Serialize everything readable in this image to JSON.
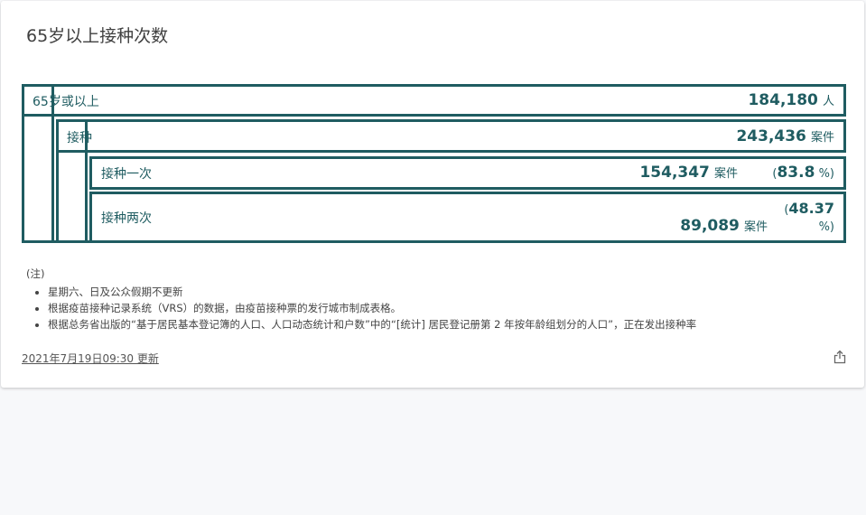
{
  "card": {
    "title": "65岁以上接种次数"
  },
  "rows": [
    {
      "label": "65岁或以上",
      "value": "184,180",
      "unit": "人"
    },
    {
      "label": "接种",
      "value": "243,436",
      "unit": "案件"
    },
    {
      "label": "接种一次",
      "value": "154,347",
      "unit": "案件",
      "pct_open": "(",
      "pct_value": "83.8",
      "pct_close": "%)"
    },
    {
      "label": "接种两次",
      "value": "89,089",
      "unit": "案件",
      "pct_open": "(",
      "pct_value": "48.37",
      "pct_close": "%)"
    }
  ],
  "notes": {
    "heading": "(注)",
    "items": [
      "星期六、日及公众假期不更新",
      "根据疫苗接种记录系统（VRS）的数据，由疫苗接种票的发行城市制成表格。",
      "根据总务省出版的“基于居民基本登记簿的人口、人口动态统计和户数”中的“[统计] 居民登记册第 2 年按年龄组划分的人口”，正在发出接种率"
    ]
  },
  "footer": {
    "updated": "2021年7月19日09:30 更新",
    "share_icon": "share-icon"
  },
  "colors": {
    "accent": "#1f5c61",
    "background": "#f7f8fa",
    "card": "#ffffff"
  }
}
